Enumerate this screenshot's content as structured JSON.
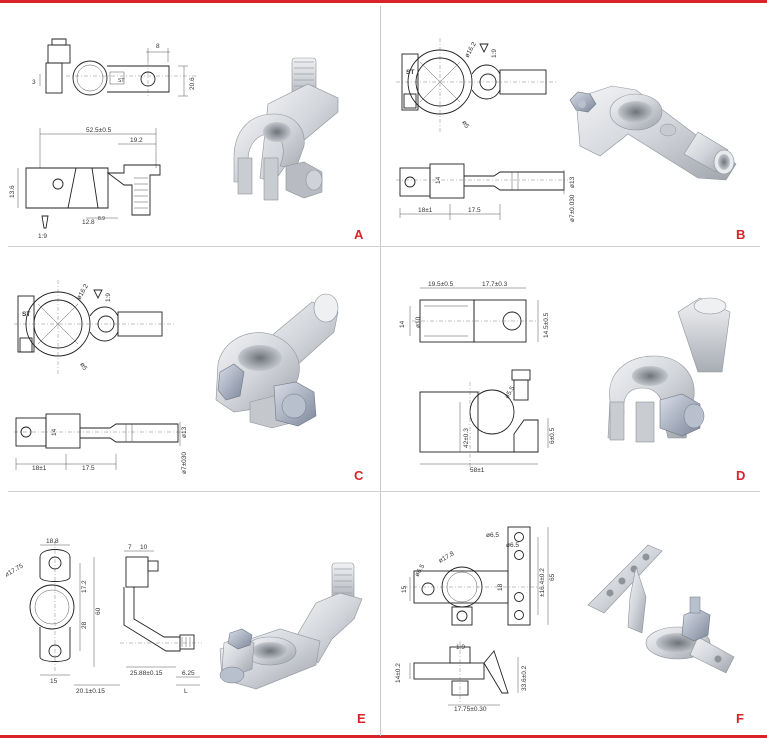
{
  "panels": {
    "a": {
      "label": "A",
      "dims": {
        "d1": "8",
        "d2": "3",
        "d3": "20.6",
        "d4": "52.5±0.5",
        "d5": "19.2",
        "d6": "13.6",
        "d7": "12.8",
        "d8": "8.9",
        "d9": "1:9",
        "d10": "ST"
      }
    },
    "b": {
      "label": "B",
      "dims": {
        "d1": "ø16.2",
        "d2": "1:9",
        "d3": "ST",
        "d4": "ø5",
        "d5": "14",
        "d6": "ø13",
        "d7": "18±1",
        "d8": "17.5",
        "d9": "ø7±0.030"
      }
    },
    "c": {
      "label": "C",
      "dims": {
        "d1": "ø16.2",
        "d2": "1:9",
        "d3": "ST",
        "d4": "ø5",
        "d5": "14",
        "d6": "ø13",
        "d7": "18±1",
        "d8": "17.5",
        "d9": "ø7±030"
      }
    },
    "d": {
      "label": "D",
      "dims": {
        "d1": "19.5±0.5",
        "d2": "17.7±0.3",
        "d3": "ø10",
        "d4": "14",
        "d5": "14.5±0.5",
        "d6": "ø5.5",
        "d7": "6±0.5",
        "d8": "42±0.3",
        "d9": "58±1"
      }
    },
    "e": {
      "label": "E",
      "dims": {
        "d1": "18.8",
        "d2": "ø17.75",
        "d3": "17.2",
        "d4": "28",
        "d5": "60",
        "d6": "15",
        "d7": "20.1±0.15",
        "d8": "7",
        "d9": "10",
        "d10": "25.88±0.15",
        "d11": "6.25",
        "d12": "L"
      }
    },
    "f": {
      "label": "F",
      "dims": {
        "d1": "ø6.5",
        "d2": "ø6.5",
        "d3": "ø17.8",
        "d4": "15",
        "d5": "18",
        "d6": "±16.4±0.2",
        "d7": "65",
        "d8": "14±0.2",
        "d9": "1:9",
        "d10": "33.6±0.2",
        "d11": "17.75±0.30",
        "d12": "ø6.5"
      }
    }
  },
  "colors": {
    "accent": "#d8232a",
    "metal_light": "#e3e5e8",
    "metal_mid": "#bfc3c8",
    "metal_dark": "#8e939a",
    "bolt": "#9fa7b6"
  }
}
